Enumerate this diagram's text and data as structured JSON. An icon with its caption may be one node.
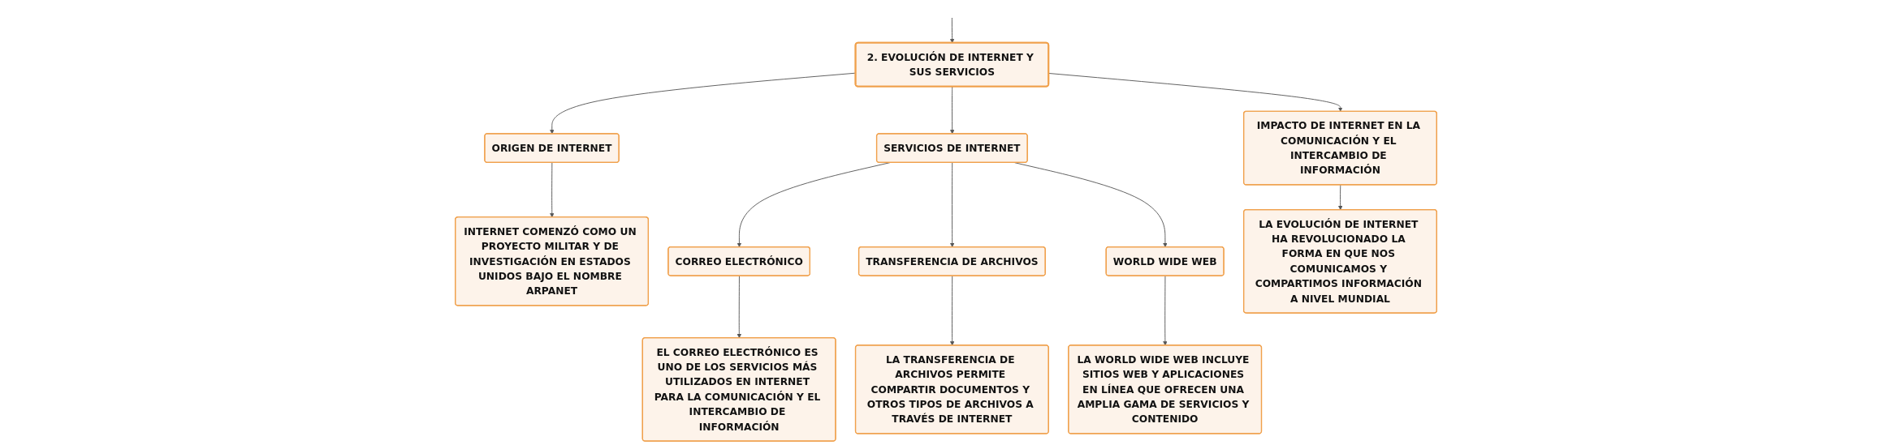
{
  "diagram": {
    "nodes": [
      {
        "text": [
          "2. EVOLUCIÓN DE INTERNET Y SUS SERVICIOS"
        ]
      },
      {
        "text": [
          "ORIGEN DE INTERNET"
        ]
      },
      {
        "text": [
          "SERVICIOS DE INTERNET"
        ]
      },
      {
        "text": [
          "IMPACTO DE INTERNET EN LA COMUNICACIÓN Y EL INTERCAMBIO DE INFORMACIÓN"
        ]
      },
      {
        "text": [
          "INTERNET COMENZÓ COMO UN PROYECTO MILITAR Y DE INVESTIGACIÓN EN ESTADOS UNIDOS BAJO EL NOMBRE ARPANET"
        ]
      },
      {
        "text": [
          "CORREO ELECTRÓNICO"
        ]
      },
      {
        "text": [
          "TRANSFERENCIA DE ARCHIVOS"
        ]
      },
      {
        "text": [
          "WORLD WIDE WEB"
        ]
      },
      {
        "text": [
          "EL CORREO ELECTRÓNICO ES UNO DE LOS SERVICIOS MÁS UTILIZADOS EN INTERNET PARA LA COMUNICACIÓN Y EL INTERCAMBIO DE INFORMACIÓN"
        ]
      },
      {
        "text": [
          "LA TRANSFERENCIA DE ARCHIVOS PERMITE COMPARTIR DOCUMENTOS Y OTROS TIPOS DE ARCHIVOS A TRAVÉS DE INTERNET"
        ]
      },
      {
        "text": [
          "LA WORLD WIDE WEB INCLUYE SITIOS WEB Y APLICACIONES EN LÍNEA QUE OFRECEN UNA AMPLIA GAMA DE SERVICIOS Y CONTENIDO"
        ]
      },
      {
        "text": [
          "LA EVOLUCIÓN DE INTERNET HA REVOLUCIONADO LA FORMA EN QUE NOS COMUNICAMOS Y COMPARTIMOS INFORMACIÓN A NIVEL MUNDIAL"
        ]
      }
    ],
    "edges": [
      {
        "from": null,
        "to": 0,
        "arrow": "to"
      },
      {
        "from": 0,
        "to": 1,
        "arrow": "to"
      },
      {
        "from": 0,
        "to": 2,
        "arrow": "to"
      },
      {
        "from": 0,
        "to": 3,
        "arrow": "to"
      },
      {
        "from": 1,
        "to": 4,
        "arrow": "to"
      },
      {
        "from": 2,
        "to": 5,
        "arrow": "to"
      },
      {
        "from": 2,
        "to": 6,
        "arrow": "to"
      },
      {
        "from": 2,
        "to": 7,
        "arrow": "to"
      },
      {
        "from": 5,
        "to": 8,
        "arrow": "to"
      },
      {
        "from": 6,
        "to": 9,
        "arrow": "to"
      },
      {
        "from": 7,
        "to": 10,
        "arrow": "to"
      },
      {
        "from": 3,
        "to": 11,
        "arrow": "to"
      }
    ]
  }
}
